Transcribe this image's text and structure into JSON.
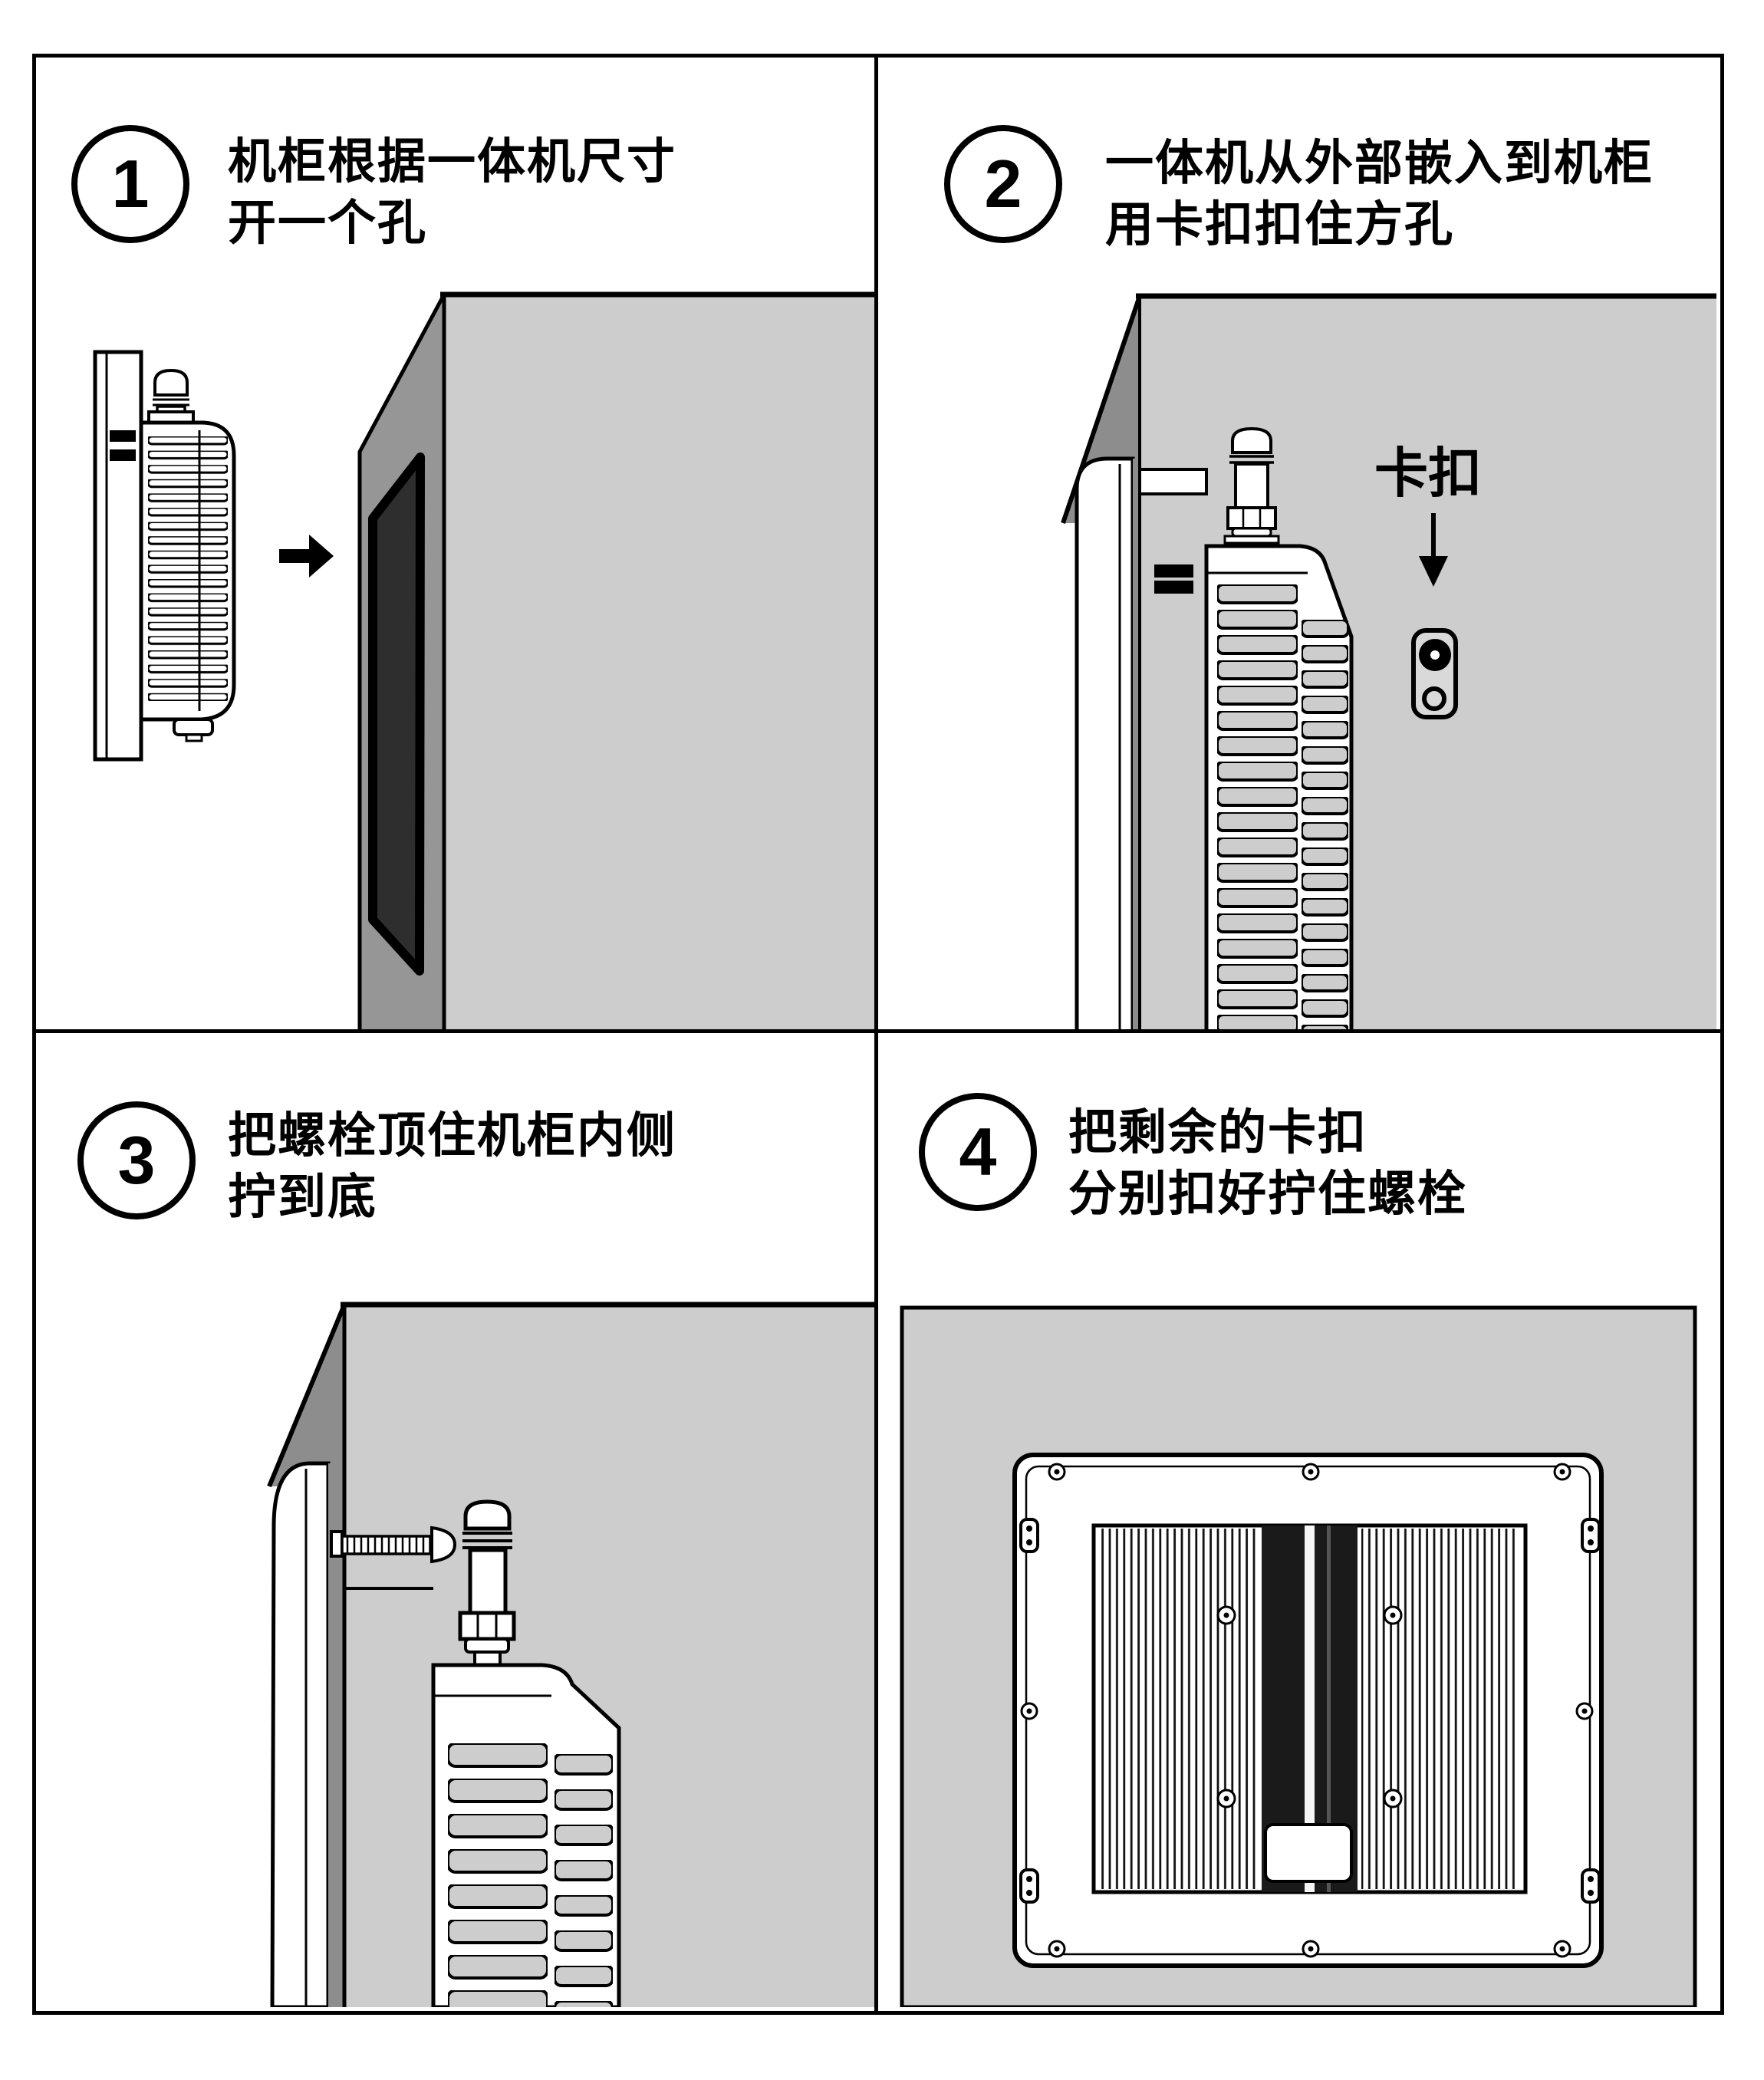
{
  "steps": [
    {
      "number": "1",
      "caption_line1": "机柜根据一体机尺寸",
      "caption_line2": "开一个孔"
    },
    {
      "number": "2",
      "caption_line1": "一体机从外部嵌入到机柜",
      "caption_line2": "用卡扣扣住方孔"
    },
    {
      "number": "3",
      "caption_line1": "把螺栓顶住机柜内侧",
      "caption_line2": "拧到底"
    },
    {
      "number": "4",
      "caption_line1": "把剩余的卡扣",
      "caption_line2": "分别扣好拧住螺栓"
    }
  ],
  "labels": {
    "buckle": "卡扣"
  },
  "colors": {
    "background": "#ffffff",
    "outline": "#000000",
    "cabinet_wall_gray": "#cdcdcd",
    "cabinet_front_gray": "#969696",
    "cabinet_edge_gray": "#8d8d8d",
    "cutout_dark": "#2e2e2e",
    "buckle_face_gray": "#d9d9d9"
  }
}
